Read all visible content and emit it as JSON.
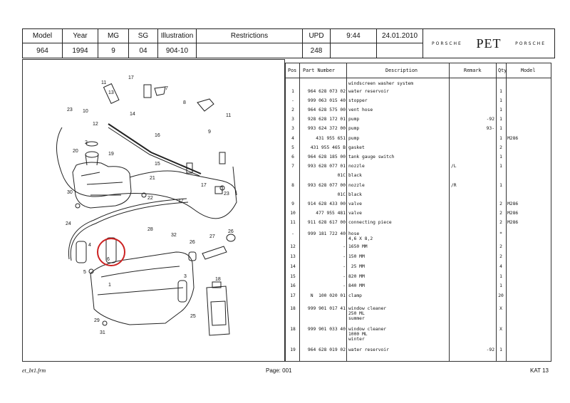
{
  "header": {
    "labels": [
      "Model",
      "Year",
      "MG",
      "SG",
      "Illustration",
      "Restrictions",
      "UPD"
    ],
    "values": [
      "964",
      "1994",
      "9",
      "04",
      "904-10",
      "",
      "248"
    ],
    "time": "9:44",
    "date": "24.01.2010",
    "brand_left": "PORSCHE",
    "brand_center": "PET",
    "brand_right": "PORSCHE"
  },
  "table": {
    "headers": [
      "Pos",
      "Part Number",
      "Description",
      "Remark",
      "Qty",
      "Model"
    ],
    "rows": [
      {
        "pos": "",
        "part": "",
        "desc": "windscreen washer system",
        "remark": "",
        "rem2": "",
        "qty": "",
        "model": ""
      },
      {
        "pos": "1",
        "part": "964 628 073 02",
        "desc": "water reservoir",
        "remark": "",
        "rem2": "",
        "qty": "1",
        "model": ""
      },
      {
        "pos": "-",
        "part": "999 063 015 40",
        "desc": "stopper",
        "remark": "",
        "rem2": "",
        "qty": "1",
        "model": ""
      },
      {
        "pos": "2",
        "part": "964 628 575 00",
        "desc": "vent hose",
        "remark": "",
        "rem2": "",
        "qty": "1",
        "model": ""
      },
      {
        "pos": "3",
        "part": "928 628 172 01",
        "desc": "pump",
        "remark": "",
        "rem2": "-92",
        "qty": "1",
        "model": ""
      },
      {
        "pos": "3",
        "part": "993 624 372 00",
        "desc": "pump",
        "remark": "",
        "rem2": "93-",
        "qty": "1",
        "model": ""
      },
      {
        "pos": "4",
        "part": "431 955 651",
        "desc": "pump",
        "remark": "",
        "rem2": "",
        "qty": "1",
        "model": "M286"
      },
      {
        "pos": "5",
        "part": "431 955 465 B",
        "desc": "gasket",
        "remark": "",
        "rem2": "",
        "qty": "2",
        "model": ""
      },
      {
        "pos": "6",
        "part": "964 628 185 00",
        "desc": "tank gauge switch",
        "remark": "",
        "rem2": "",
        "qty": "1",
        "model": ""
      },
      {
        "pos": "7",
        "part": "993 628 077 01",
        "desc": "nozzle",
        "remark": "/L",
        "rem2": "",
        "qty": "1",
        "model": ""
      },
      {
        "pos": "",
        "part": "01C",
        "desc": "black",
        "remark": "",
        "rem2": "",
        "qty": "",
        "model": ""
      },
      {
        "pos": "8",
        "part": "993 628 077 00",
        "desc": "nozzle",
        "remark": "/R",
        "rem2": "",
        "qty": "1",
        "model": ""
      },
      {
        "pos": "",
        "part": "01C",
        "desc": "black",
        "remark": "",
        "rem2": "",
        "qty": "",
        "model": ""
      },
      {
        "pos": "9",
        "part": "914 628 433 00",
        "desc": "valve",
        "remark": "",
        "rem2": "",
        "qty": "2",
        "model": "M286"
      },
      {
        "pos": "10",
        "part": "477 955 481",
        "desc": "valve",
        "remark": "",
        "rem2": "",
        "qty": "2",
        "model": "M286"
      },
      {
        "pos": "11",
        "part": "911 628 617 00",
        "desc": "connecting piece",
        "remark": "",
        "rem2": "",
        "qty": "2",
        "model": "M286"
      },
      {
        "pos": "-",
        "part": "999 181 722 40",
        "desc": "hose\n4,6 X 8,2",
        "remark": "",
        "rem2": "",
        "qty": "*",
        "model": ""
      },
      {
        "pos": "12",
        "part": "-",
        "desc": "1650 MM",
        "remark": "",
        "rem2": "",
        "qty": "2",
        "model": ""
      },
      {
        "pos": "13",
        "part": "-",
        "desc": "150 MM",
        "remark": "",
        "rem2": "",
        "qty": "2",
        "model": ""
      },
      {
        "pos": "14",
        "part": "-",
        "desc": " 25 MM",
        "remark": "",
        "rem2": "",
        "qty": "4",
        "model": ""
      },
      {
        "pos": "15",
        "part": "-",
        "desc": "820 MM",
        "remark": "",
        "rem2": "",
        "qty": "1",
        "model": ""
      },
      {
        "pos": "16",
        "part": "-",
        "desc": "840 MM",
        "remark": "",
        "rem2": "",
        "qty": "1",
        "model": ""
      },
      {
        "pos": "17",
        "part": "N  100 020 01",
        "desc": "clamp",
        "remark": "",
        "rem2": "",
        "qty": "20",
        "model": ""
      },
      {
        "pos": "18",
        "part": "999 901 017 41",
        "desc": "window cleaner\n250 ML\nsummer",
        "remark": "",
        "rem2": "",
        "qty": "X",
        "model": ""
      },
      {
        "pos": "18",
        "part": "999 901 033 40",
        "desc": "window cleaner\n1000 ML\nwinter",
        "remark": "",
        "rem2": "",
        "qty": "X",
        "model": ""
      },
      {
        "pos": "19",
        "part": "964 628 019 02",
        "desc": "water reservoir",
        "remark": "",
        "rem2": "-92",
        "qty": "1",
        "model": ""
      }
    ]
  },
  "diagram": {
    "callouts": [
      "1",
      "2",
      "3",
      "4",
      "5",
      "6",
      "7",
      "8",
      "9",
      "10",
      "11",
      "12",
      "13",
      "14",
      "15",
      "16",
      "17",
      "18",
      "19",
      "20",
      "21",
      "22",
      "23",
      "24",
      "25",
      "26",
      "27",
      "28",
      "29",
      "30",
      "31",
      "32"
    ],
    "highlight_color": "#cc2222"
  },
  "footer": {
    "left": "et_bt1.frm",
    "center": "Page: 001",
    "right": "KAT 13"
  }
}
